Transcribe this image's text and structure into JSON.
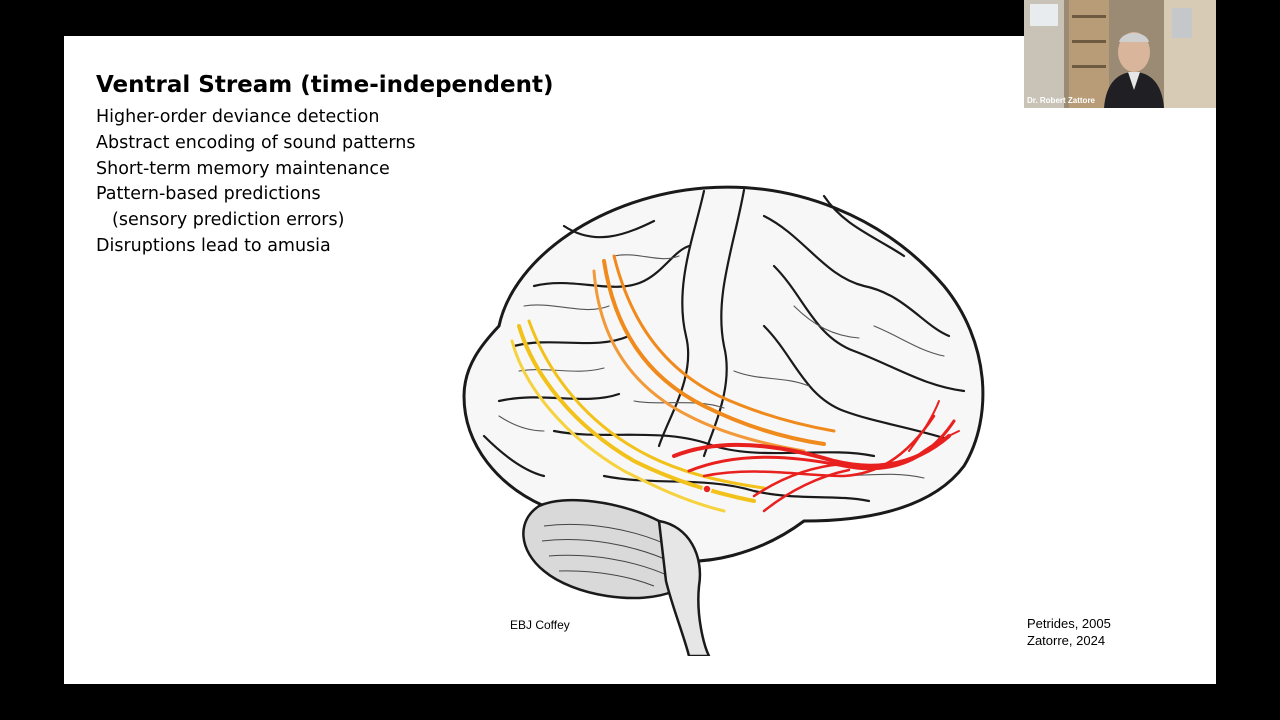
{
  "slide": {
    "title": "Ventral Stream (time-independent)",
    "bullets": [
      {
        "text": "Higher-order deviance detection",
        "indent": false
      },
      {
        "text": "Abstract encoding of sound patterns",
        "indent": false
      },
      {
        "text": "Short-term memory maintenance",
        "indent": false
      },
      {
        "text": "Pattern-based predictions",
        "indent": false
      },
      {
        "text": "(sensory prediction errors)",
        "indent": true
      },
      {
        "text": "Disruptions lead to amusia",
        "indent": false
      }
    ],
    "image_credit": "EBJ Coffey",
    "citations": [
      "Petrides, 2005",
      "Zatorre, 2024"
    ]
  },
  "video": {
    "presenter_name": "Dr. Robert Zattore"
  },
  "colors": {
    "tract_yellow": "#f2c21b",
    "tract_orange": "#f08a1c",
    "tract_red": "#e8211f",
    "background": "#000000",
    "slide": "#ffffff"
  }
}
